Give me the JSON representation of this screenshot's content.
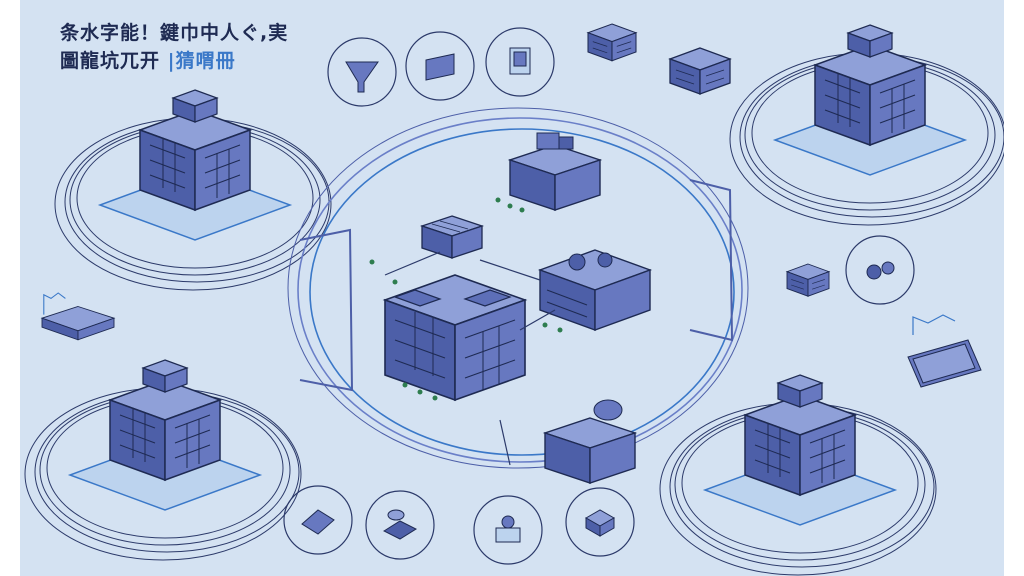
{
  "title": {
    "line1": "条水字能！鍵巾中人ぐ,実",
    "line2_a": "圖龍坑兀开",
    "line2_b": "|猜喟冊"
  },
  "colors": {
    "background": "#d4e2f2",
    "ink": "#1e2a52",
    "building_top": "#8fa0d8",
    "building_left": "#4d5fa8",
    "building_right": "#6778c0",
    "accent": "#3a78c8",
    "ring": "#6a7fc8",
    "pad": "#bcd3ee"
  }
}
